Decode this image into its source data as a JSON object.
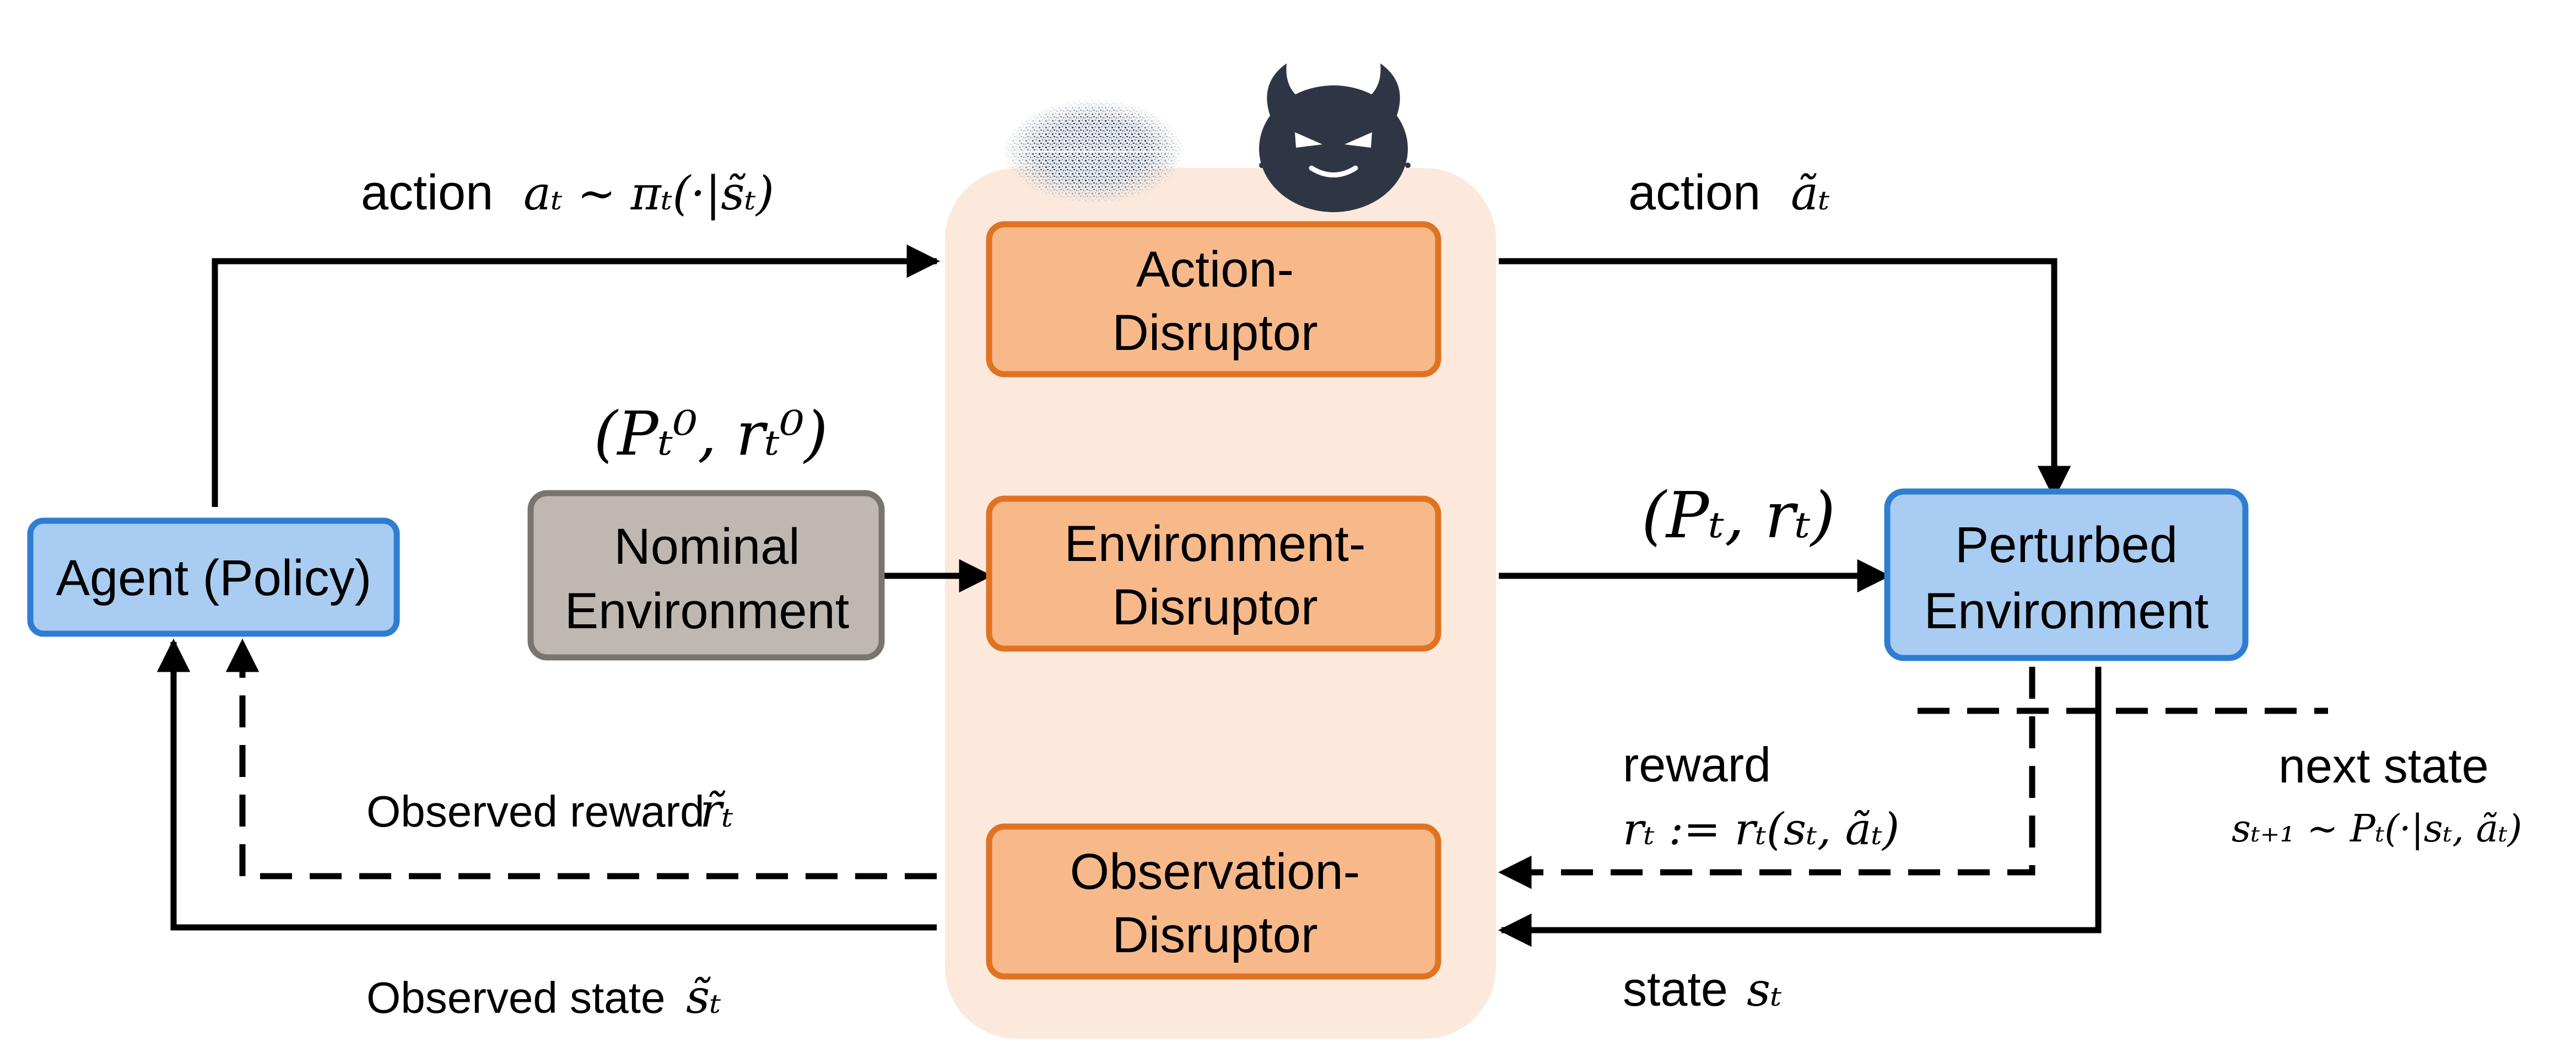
{
  "colors": {
    "panel_fill": "#FCE9DC",
    "disruptor_fill": "#F8B98A",
    "disruptor_stroke": "#E07322",
    "env_fill": "#A9CDF2",
    "env_stroke": "#2F7DD1",
    "nominal_fill": "#BFB8B2",
    "nominal_stroke": "#7A7470",
    "arrow": "#000000"
  },
  "nodes": {
    "agent": "Agent (Policy)",
    "nominal_line1": "Nominal",
    "nominal_line2": "Environment",
    "perturbed_line1": "Perturbed",
    "perturbed_line2": "Environment",
    "action_disruptor_line1": "Action-",
    "action_disruptor_line2": "Disruptor",
    "environment_disruptor_line1": "Environment-",
    "environment_disruptor_line2": "Disruptor",
    "observation_disruptor_line1": "Observation-",
    "observation_disruptor_line2": "Disruptor"
  },
  "labels": {
    "action_in_word": "action",
    "action_in_math": "aₜ ∼ πₜ(·|s̃ₜ)",
    "action_out_word": "action",
    "action_out_math": "ãₜ",
    "nominal_params": "(Pₜ⁰, rₜ⁰)",
    "perturbed_params": "(Pₜ, rₜ)",
    "reward_word": "reward",
    "reward_math": "rₜ := rₜ(sₜ, ãₜ)",
    "next_state_word": "next state",
    "next_state_math": "sₜ₊₁ ∼ Pₜ(·|sₜ, ãₜ)",
    "observed_reward_word": "Observed reward",
    "observed_reward_math": "r̃ₜ",
    "observed_state_word": "Observed state",
    "observed_state_math": "s̃ₜ",
    "state_word": "state",
    "state_math": "sₜ"
  },
  "icons": [
    "noise-cloud-icon",
    "devil-icon"
  ]
}
